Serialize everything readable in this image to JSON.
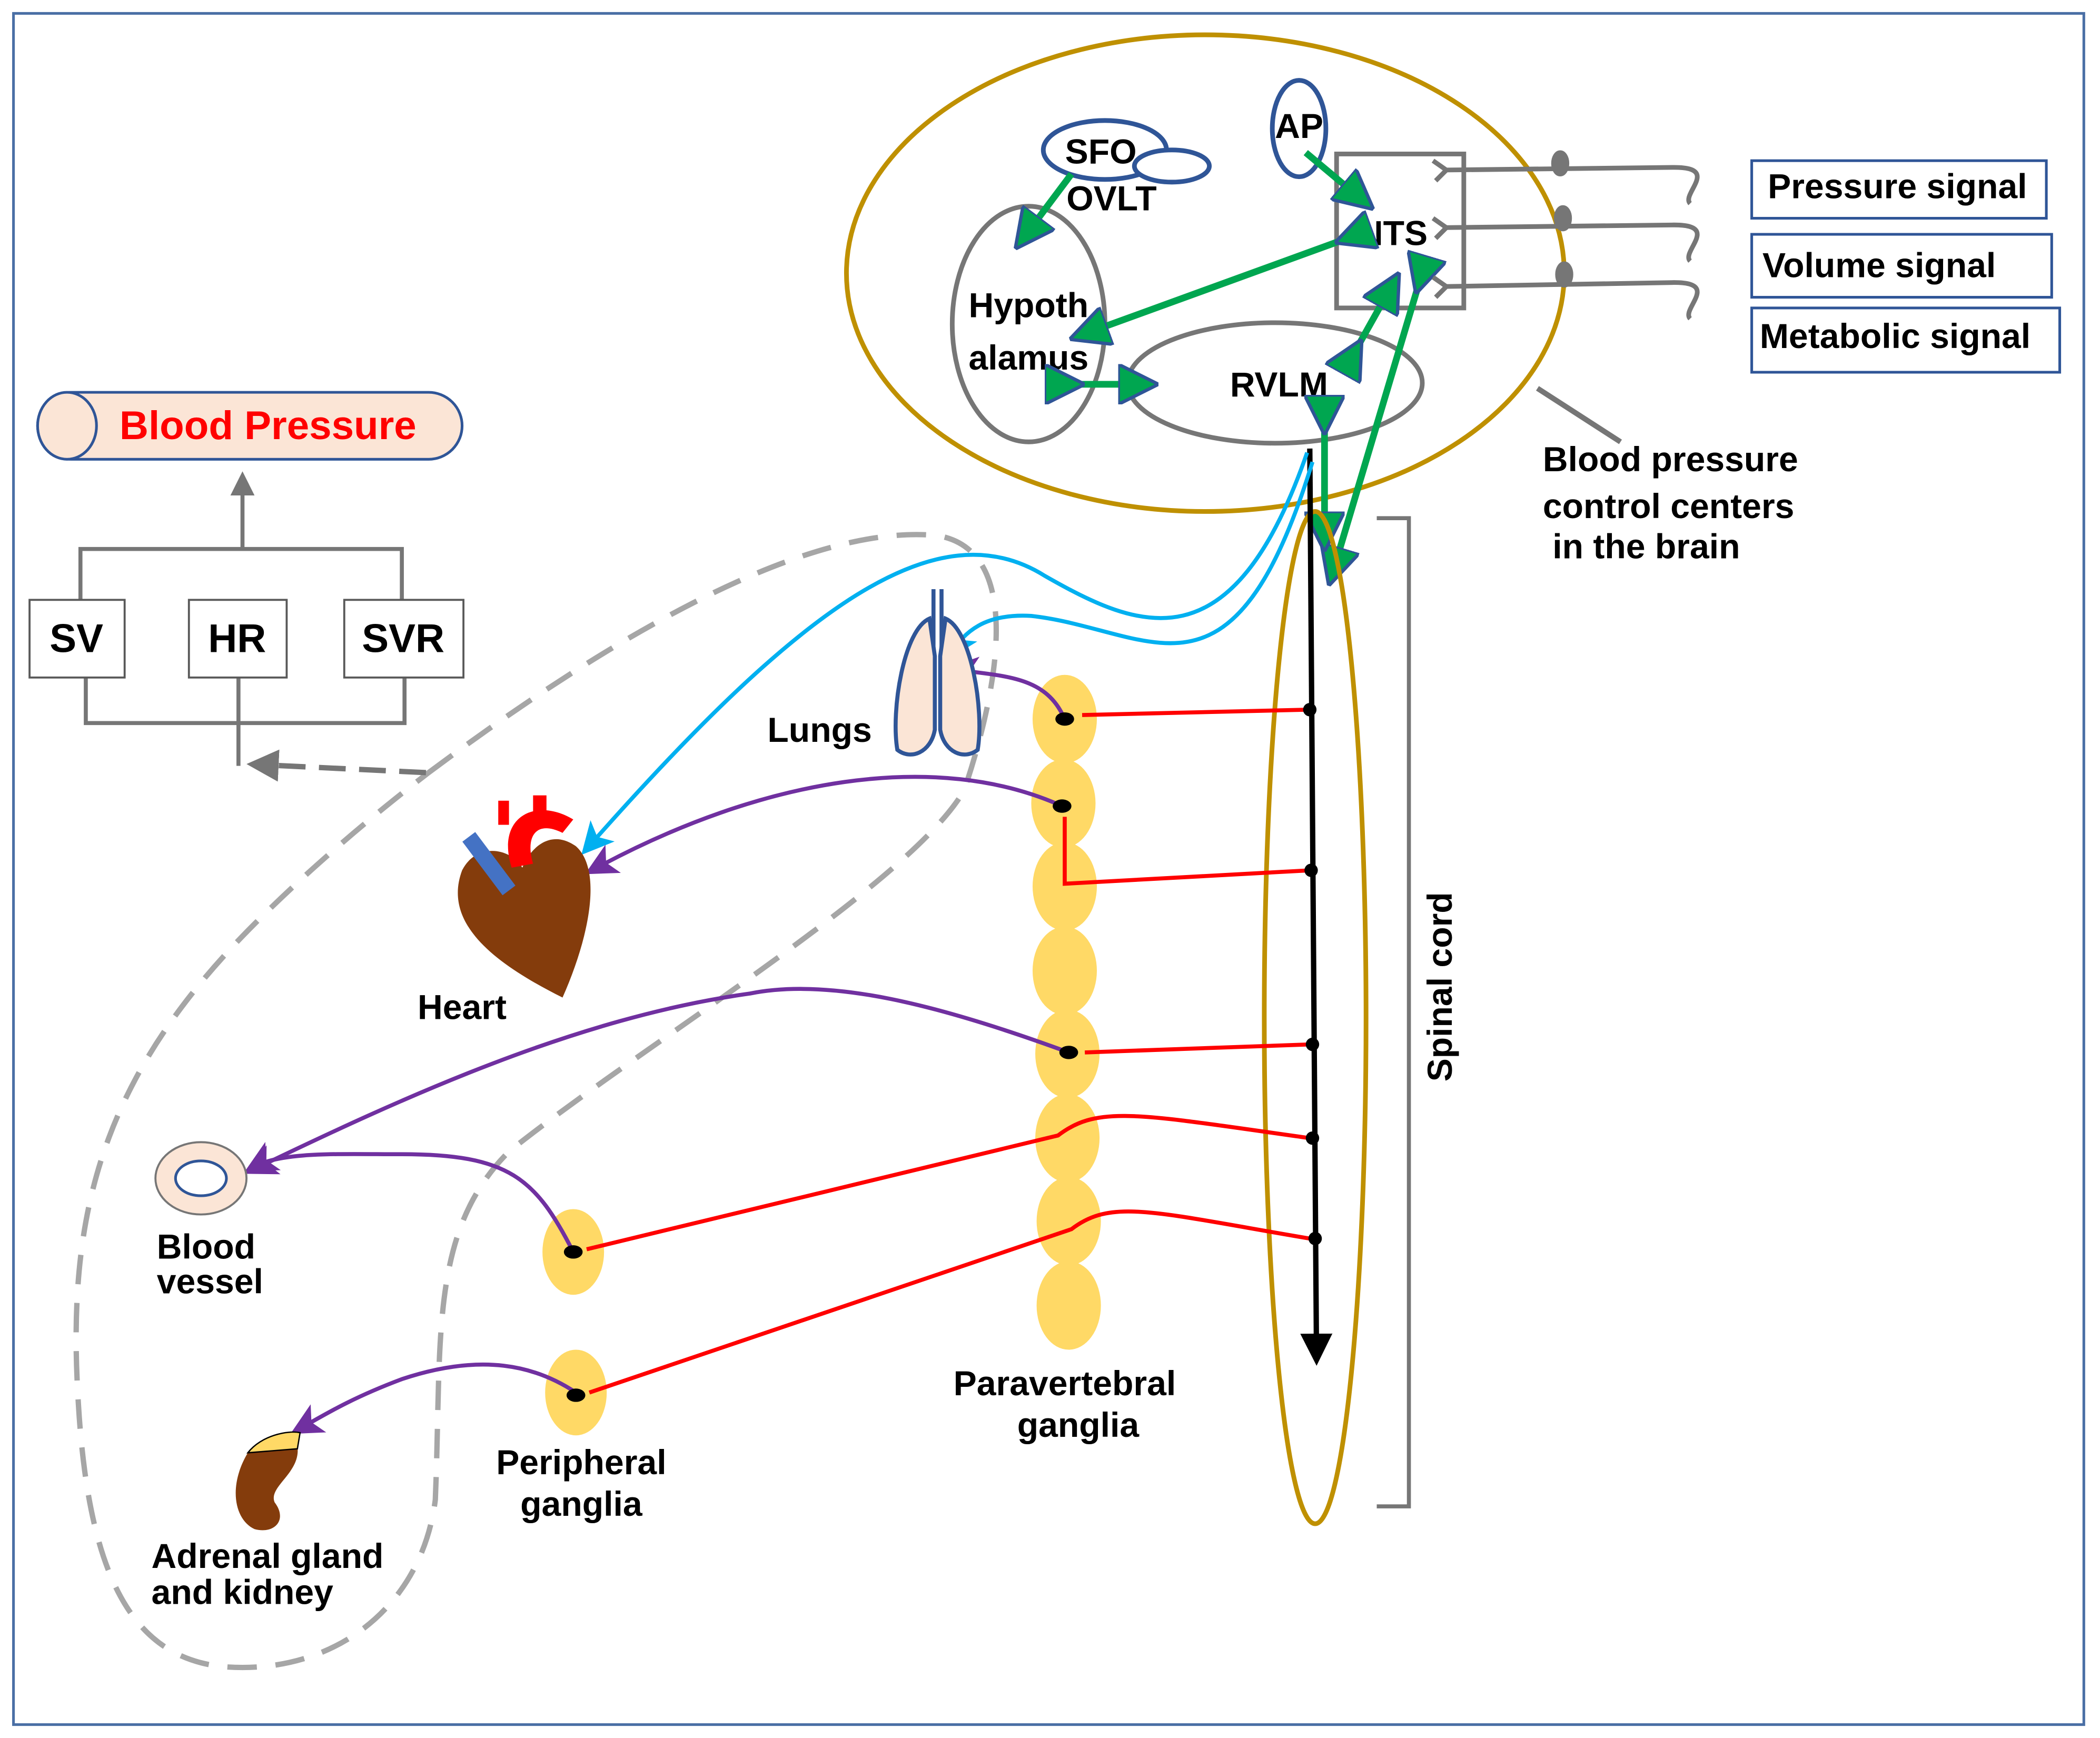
{
  "colors": {
    "brain_outline": "#bf9000",
    "ganglia": "#ffd966",
    "efferent": "#ff0000",
    "postganglionic": "#7030a0",
    "vagal": "#00b0f0",
    "central": "#00a650",
    "blood_pressure_text": "#ff0000"
  },
  "brain": {
    "regions": {
      "sfo": "SFO",
      "ovlt": "OVLT",
      "ap": "AP",
      "nts": "NTS",
      "hypothalamus_line1": "Hypoth",
      "hypothalamus_line2": "alamus",
      "rvlm": "RVLM"
    },
    "caption_line1": "Blood pressure",
    "caption_line2": "control centers",
    "caption_line3": " in the brain"
  },
  "signals": [
    "Pressure signal",
    "Volume signal",
    "Metabolic signal"
  ],
  "spinal_cord": "Spinal cord",
  "hemodynamics": {
    "output": "Blood Pressure",
    "factors": [
      "SV",
      "HR",
      "SVR"
    ]
  },
  "organs": {
    "lungs": "Lungs",
    "heart": "Heart",
    "vessel_line1": "Blood",
    "vessel_line2": "vessel",
    "adrenal_line1": "Adrenal gland",
    "adrenal_line2": "and kidney"
  },
  "ganglia": {
    "paravertebral_line1": "Paravertebral",
    "paravertebral_line2": "ganglia",
    "peripheral_line1": "Peripheral",
    "peripheral_line2": "ganglia"
  }
}
